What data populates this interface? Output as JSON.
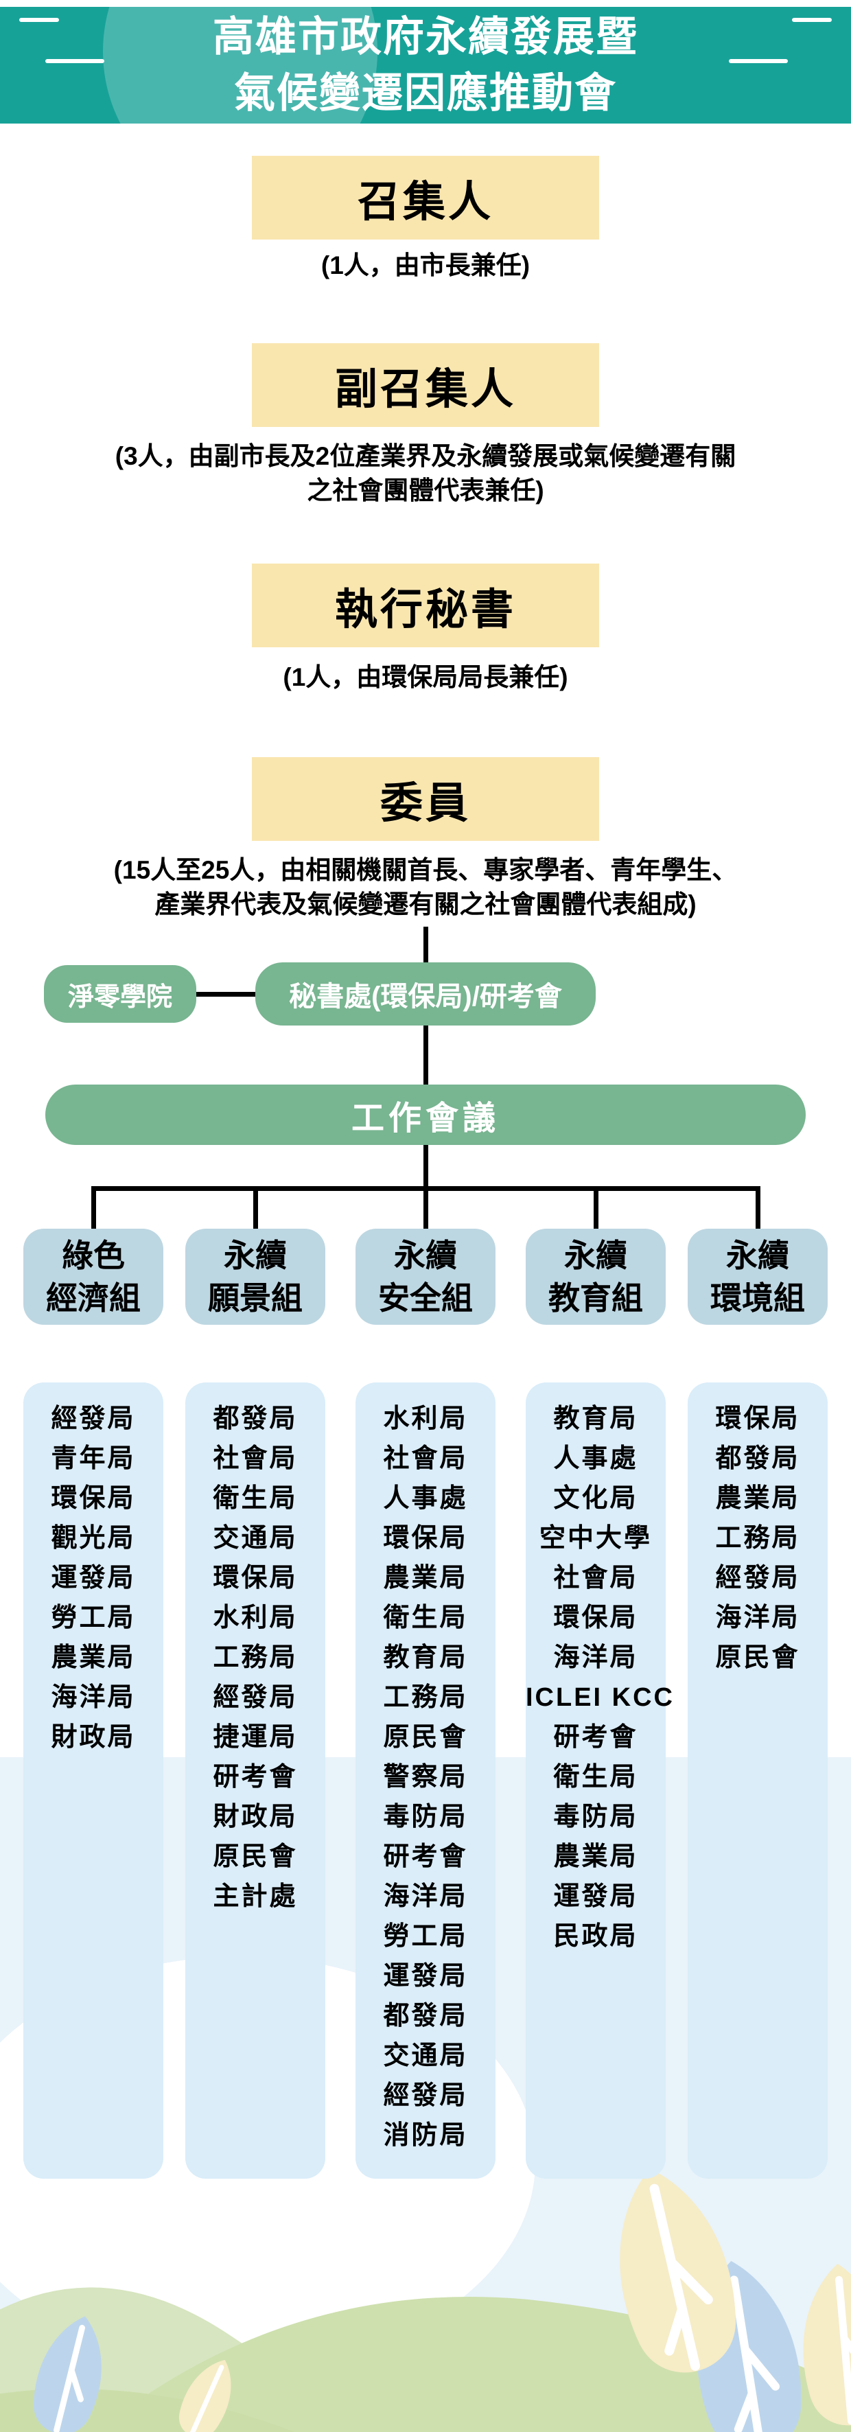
{
  "colors": {
    "teal": "#17A298",
    "yellow": "#F9E6AF",
    "green": "#78B591",
    "group-blue": "#BDD7E2",
    "list-blue": "#DAEDF9",
    "band": "#E9F3FA",
    "line-black": "#000000",
    "hill-light": "#D7E5C0",
    "hill-main": "#CEE0AE",
    "hill-dark": "#CBDEAA",
    "leaf-yellow": "#F6ECC6",
    "leaf-blue": "#BCD5EC"
  },
  "header": {
    "title": "高雄市政府永續發展暨\n氣候變遷因應推動會"
  },
  "roles": [
    {
      "title": "召集人",
      "note": "(1人，由市長兼任)"
    },
    {
      "title": "副召集人",
      "note": "(3人，由副市長及2位產業界及永續發展或氣候變遷有關\n之社會團體代表兼任)"
    },
    {
      "title": "執行秘書",
      "note": "(1人，由環保局局長兼任)"
    },
    {
      "title": "委員",
      "note": "(15人至25人，由相關機關首長、專家學者、青年學生、\n產業界代表及氣候變遷有關之社會團體代表組成)"
    }
  ],
  "support_row": {
    "left_pill": "淨零學院",
    "right_pill": "秘書處(環保局)/研考會"
  },
  "work_meeting": {
    "label": "工作會議"
  },
  "groups": [
    {
      "name": "綠色\n經濟組",
      "members": [
        "經發局",
        "青年局",
        "環保局",
        "觀光局",
        "運發局",
        "勞工局",
        "農業局",
        "海洋局",
        "財政局"
      ]
    },
    {
      "name": "永續\n願景組",
      "members": [
        "都發局",
        "社會局",
        "衛生局",
        "交通局",
        "環保局",
        "水利局",
        "工務局",
        "經發局",
        "捷運局",
        "研考會",
        "財政局",
        "原民會",
        "主計處"
      ]
    },
    {
      "name": "永續\n安全組",
      "members": [
        "水利局",
        "社會局",
        "人事處",
        "環保局",
        "農業局",
        "衛生局",
        "教育局",
        "工務局",
        "原民會",
        "警察局",
        "毒防局",
        "研考會",
        "海洋局",
        "勞工局",
        "運發局",
        "都發局",
        "交通局",
        "經發局",
        "消防局"
      ]
    },
    {
      "name": "永續\n教育組",
      "members": [
        "教育局",
        "人事處",
        "文化局",
        "空中大學",
        "社會局",
        "環保局",
        "海洋局",
        "ICLEI KCC",
        "研考會",
        "衛生局",
        "毒防局",
        "農業局",
        "運發局",
        "民政局"
      ]
    },
    {
      "name": "永續\n環境組",
      "members": [
        "環保局",
        "都發局",
        "農業局",
        "工務局",
        "經發局",
        "海洋局",
        "原民會"
      ]
    }
  ]
}
